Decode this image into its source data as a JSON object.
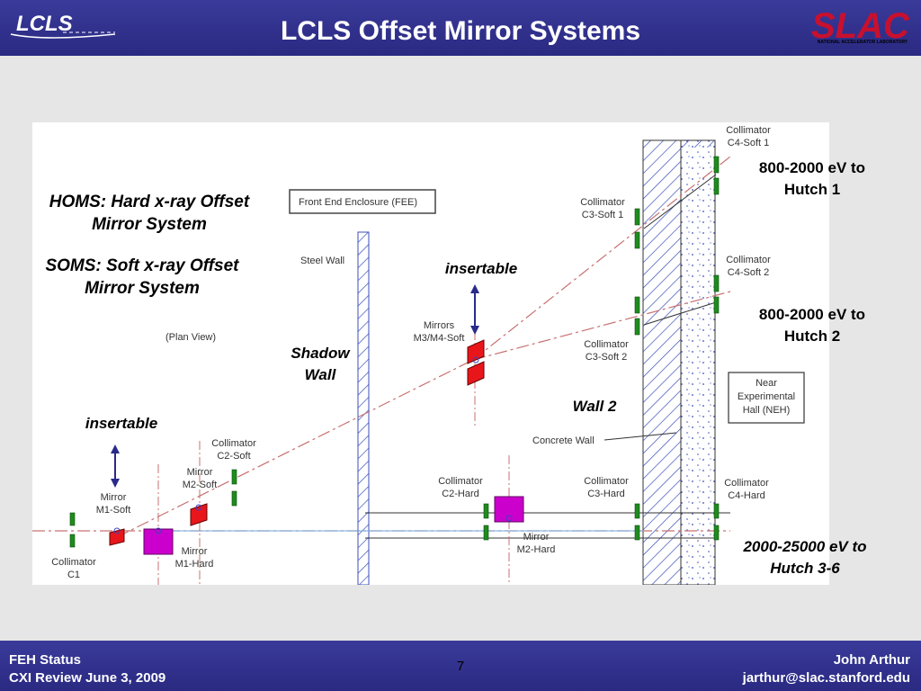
{
  "header": {
    "title": "LCLS Offset Mirror Systems",
    "left_logo": "LCLS",
    "right_logo": "SLAC",
    "right_logo_sub": "NATIONAL ACCELERATOR LABORATORY"
  },
  "notes": {
    "homs": "HOMS: Hard x-ray Offset Mirror System",
    "soms": "SOMS: Soft x-ray Offset Mirror System",
    "insertable_upper": "insertable",
    "insertable_left": "insertable",
    "shadow_wall": "Shadow Wall",
    "wall2": "Wall 2",
    "hutch1": "800-2000 eV to Hutch 1",
    "hutch2": "800-2000 eV to Hutch 2",
    "hutch36": "2000-25000 eV to Hutch 3-6"
  },
  "diagram_labels": {
    "fee": "Front End Enclosure (FEE)",
    "plan_view": "(Plan View)",
    "steel_wall": "Steel Wall",
    "concrete_wall": "Concrete Wall",
    "neh_1": "Near",
    "neh_2": "Experimental",
    "neh_3": "Hall (NEH)",
    "c1_1": "Collimator",
    "c1_2": "C1",
    "m1soft_1": "Mirror",
    "m1soft_2": "M1-Soft",
    "m1hard_1": "Mirror",
    "m1hard_2": "M1-Hard",
    "m2soft_1": "Mirror",
    "m2soft_2": "M2-Soft",
    "c2soft_1": "Collimator",
    "c2soft_2": "C2-Soft",
    "m34_1": "Mirrors",
    "m34_2": "M3/M4-Soft",
    "c2hard_1": "Collimator",
    "c2hard_2": "C2-Hard",
    "m2hard_1": "Mirror",
    "m2hard_2": "M2-Hard",
    "c3hard_1": "Collimator",
    "c3hard_2": "C3-Hard",
    "c3soft1_1": "Collimator",
    "c3soft1_2": "C3-Soft 1",
    "c3soft2_1": "Collimator",
    "c3soft2_2": "C3-Soft 2",
    "c4soft1_1": "Collimator",
    "c4soft1_2": "C4-Soft 1",
    "c4soft2_1": "Collimator",
    "c4soft2_2": "C4-Soft 2",
    "c4hard_1": "Collimator",
    "c4hard_2": "C4-Hard"
  },
  "footer": {
    "left_line1": "FEH Status",
    "left_line2": "CXI Review June 3, 2009",
    "page": "7",
    "right_line1": "John Arthur",
    "right_line2": "jarthur@slac.stanford.edu"
  },
  "colors": {
    "header_bg": "#2e2e8a",
    "mirror_soft": "#e8161b",
    "mirror_hard": "#cc00cc",
    "collimator": "#1e8c1e",
    "beam": "#c87070",
    "wall_hatch": "#3b4fb8",
    "arrow": "#2a2a8a"
  }
}
